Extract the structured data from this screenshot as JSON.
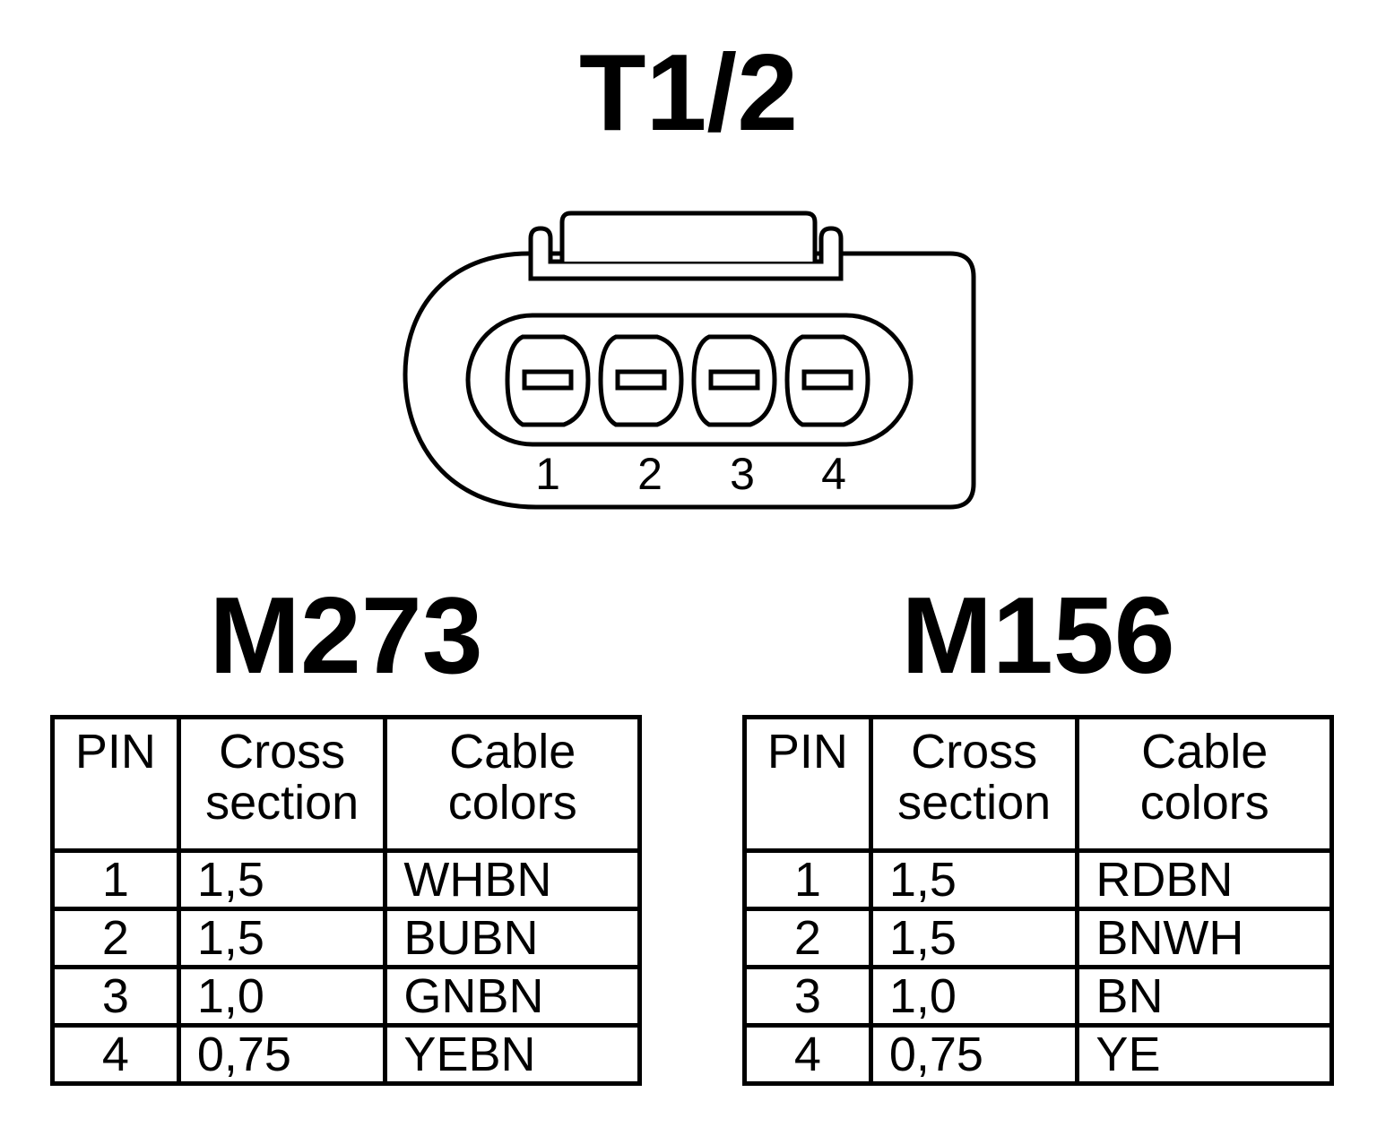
{
  "connector": {
    "title": "T1/2",
    "pin_labels": [
      "1",
      "2",
      "3",
      "4"
    ]
  },
  "tables": [
    {
      "title": "M273",
      "headers": {
        "pin": "PIN",
        "cross_section": [
          "Cross",
          "section"
        ],
        "cable_colors": [
          "Cable",
          "colors"
        ]
      },
      "rows": [
        {
          "pin": "1",
          "cross_section": "1,5",
          "color": "WHBN"
        },
        {
          "pin": "2",
          "cross_section": "1,5",
          "color": "BUBN"
        },
        {
          "pin": "3",
          "cross_section": "1,0",
          "color": "GNBN"
        },
        {
          "pin": "4",
          "cross_section": "0,75",
          "color": "YEBN"
        }
      ]
    },
    {
      "title": "M156",
      "headers": {
        "pin": "PIN",
        "cross_section": [
          "Cross",
          "section"
        ],
        "cable_colors": [
          "Cable",
          "colors"
        ]
      },
      "rows": [
        {
          "pin": "1",
          "cross_section": "1,5",
          "color": "RDBN"
        },
        {
          "pin": "2",
          "cross_section": "1,5",
          "color": "BNWH"
        },
        {
          "pin": "3",
          "cross_section": "1,0",
          "color": "BN"
        },
        {
          "pin": "4",
          "cross_section": "0,75",
          "color": "YE"
        }
      ]
    }
  ]
}
